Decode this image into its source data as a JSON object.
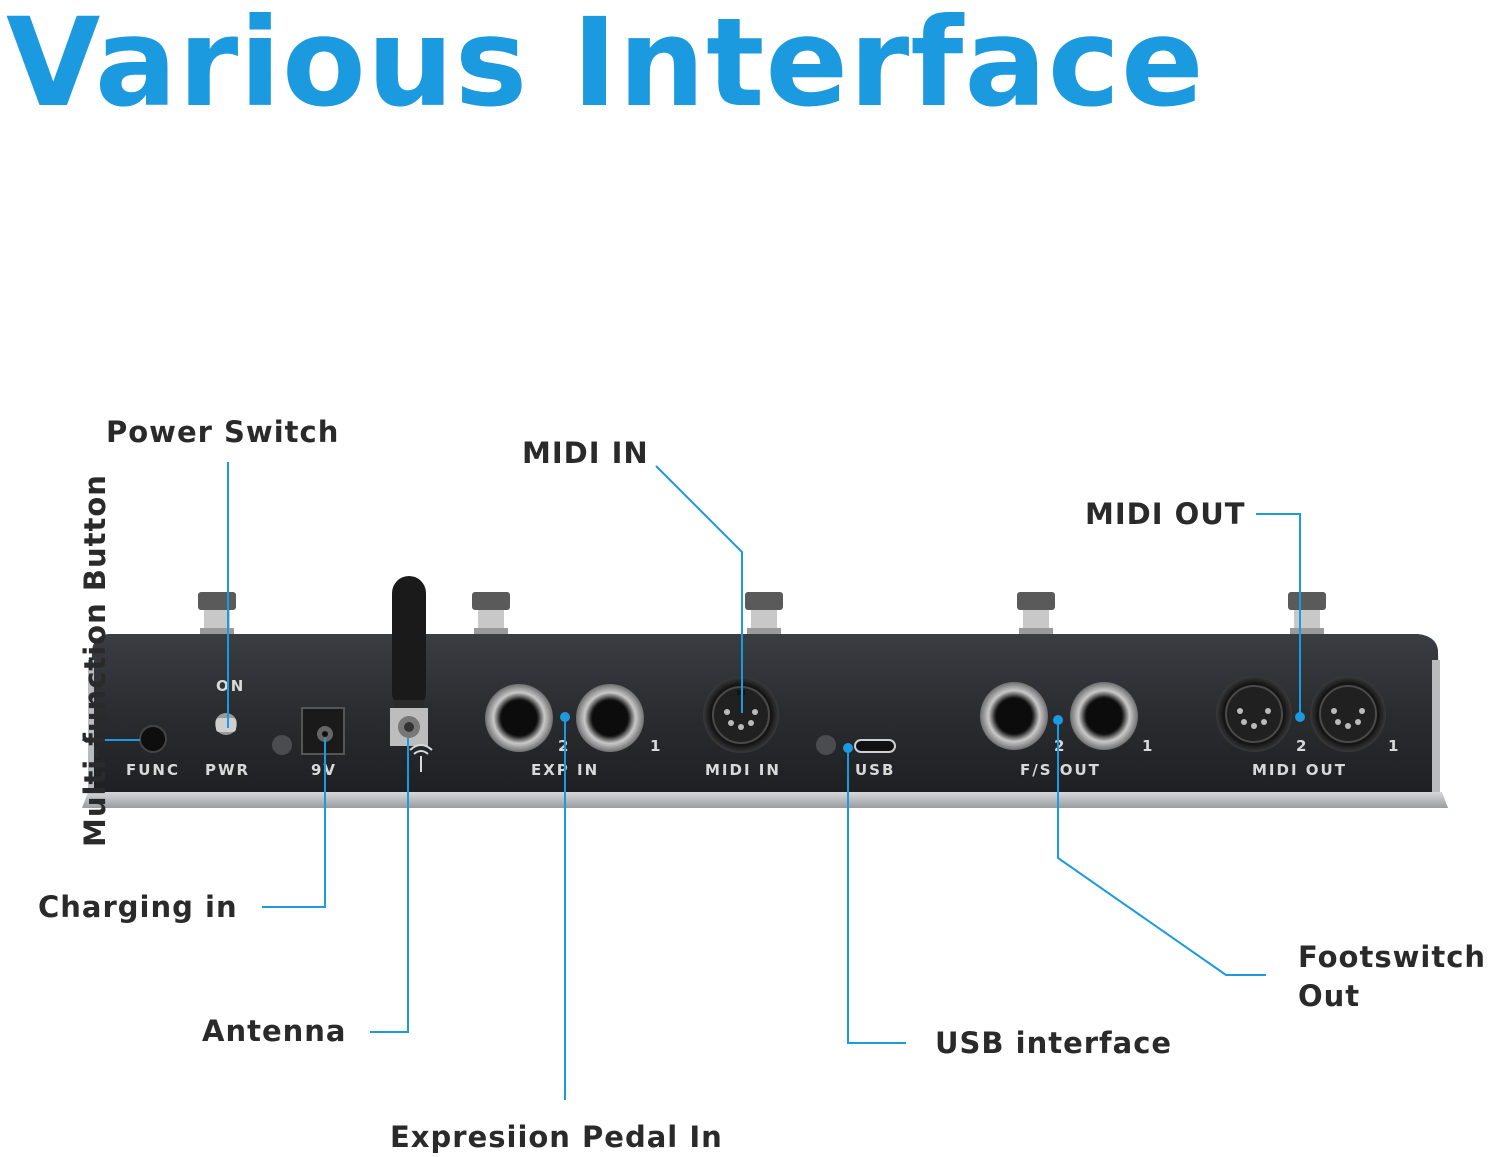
{
  "title": "Various Interface",
  "callouts": {
    "multi_function": "Multi-function Button",
    "power_switch": "Power Switch",
    "midi_in": "MIDI IN",
    "midi_out": "MIDI OUT",
    "charging_in": "Charging in",
    "antenna": "Antenna",
    "expression": "Expresiion Pedal In",
    "usb": "USB interface",
    "footswitch_line1": "Footswitch",
    "footswitch_line2": "Out"
  },
  "panel": {
    "on": "ON",
    "func": "FUNC",
    "pwr": "PWR",
    "nine_v": "9V",
    "exp_in": "EXP IN",
    "exp_2": "2",
    "exp_1": "1",
    "midi_in": "MIDI IN",
    "usb": "USB",
    "fs_out": "F/S OUT",
    "fs_2": "2",
    "fs_1": "1",
    "midi_out": "MIDI OUT",
    "mo_2": "2",
    "mo_1": "1"
  },
  "colors": {
    "accent": "#1b9ae0",
    "device_body": "#2c2f33",
    "text": "#2a2a2a"
  }
}
